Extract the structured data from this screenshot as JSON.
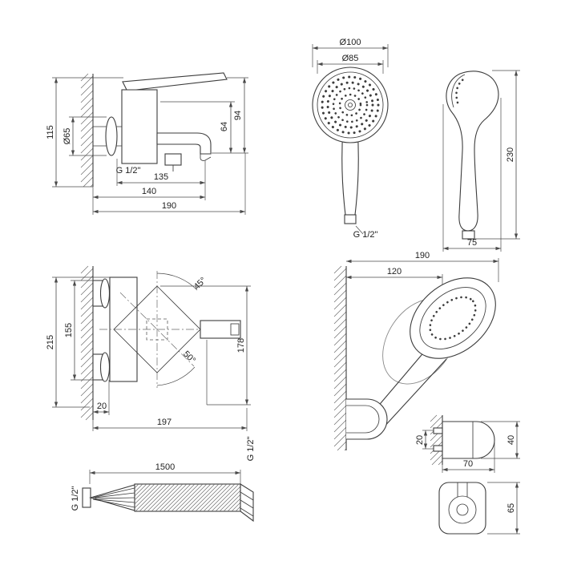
{
  "dims": {
    "mixer_side": {
      "h115": "115",
      "dia65": "Ø65",
      "h94": "94",
      "h64": "64",
      "thread": "G 1/2\"",
      "w135": "135",
      "w140": "140",
      "w190": "190"
    },
    "hand_shower": {
      "dia100": "Ø100",
      "dia85": "Ø85",
      "thread": "G 1/2\"",
      "h230": "230",
      "w75": "75"
    },
    "mixer_top": {
      "h215": "215",
      "h155": "155",
      "a45": "45°",
      "a50": "50°",
      "h178": "178",
      "w20": "20",
      "w197": "197",
      "thread": "G 1/2\""
    },
    "shower_holder": {
      "w190": "190",
      "w120": "120"
    },
    "hose": {
      "l1500": "1500",
      "thread": "G 1/2\""
    },
    "bracket": {
      "p20": "20",
      "w70": "70",
      "h40": "40",
      "h65": "65"
    }
  }
}
